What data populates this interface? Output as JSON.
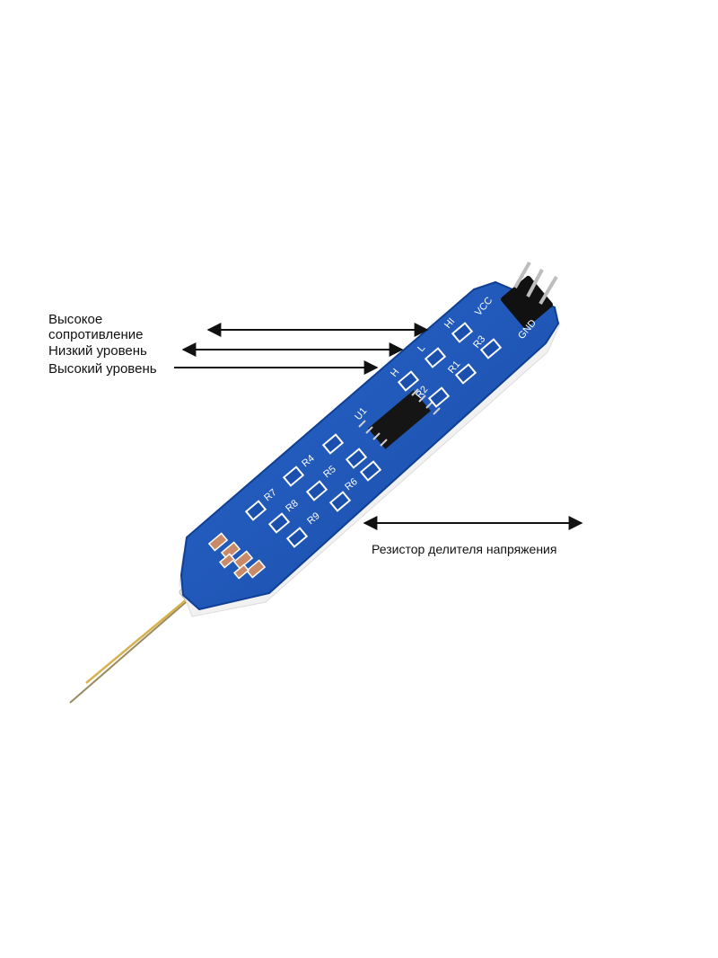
{
  "annotations": {
    "high_resistance_line1": "Высокое",
    "high_resistance_line2": "сопротивление",
    "low_level": "Низкий уровень",
    "high_level": "Высокий уровень",
    "divider_resistor": "Резистор делителя напряжения"
  },
  "silkscreen": {
    "vcc": "VCC",
    "gnd": "GND",
    "hi": "HI",
    "l": "L",
    "h": "H",
    "u1": "U1",
    "r1": "R1",
    "r2": "R2",
    "r3": "R3",
    "r4": "R4",
    "r5": "R5",
    "r6": "R6",
    "r7": "R7",
    "r8": "R8",
    "r9": "R9"
  },
  "colors": {
    "pcb": "#1f57b8",
    "pcb_edge": "#0f3f94",
    "arrow": "#111111",
    "copper": "#c98a6a",
    "probe_wire": "#c9a34a"
  }
}
